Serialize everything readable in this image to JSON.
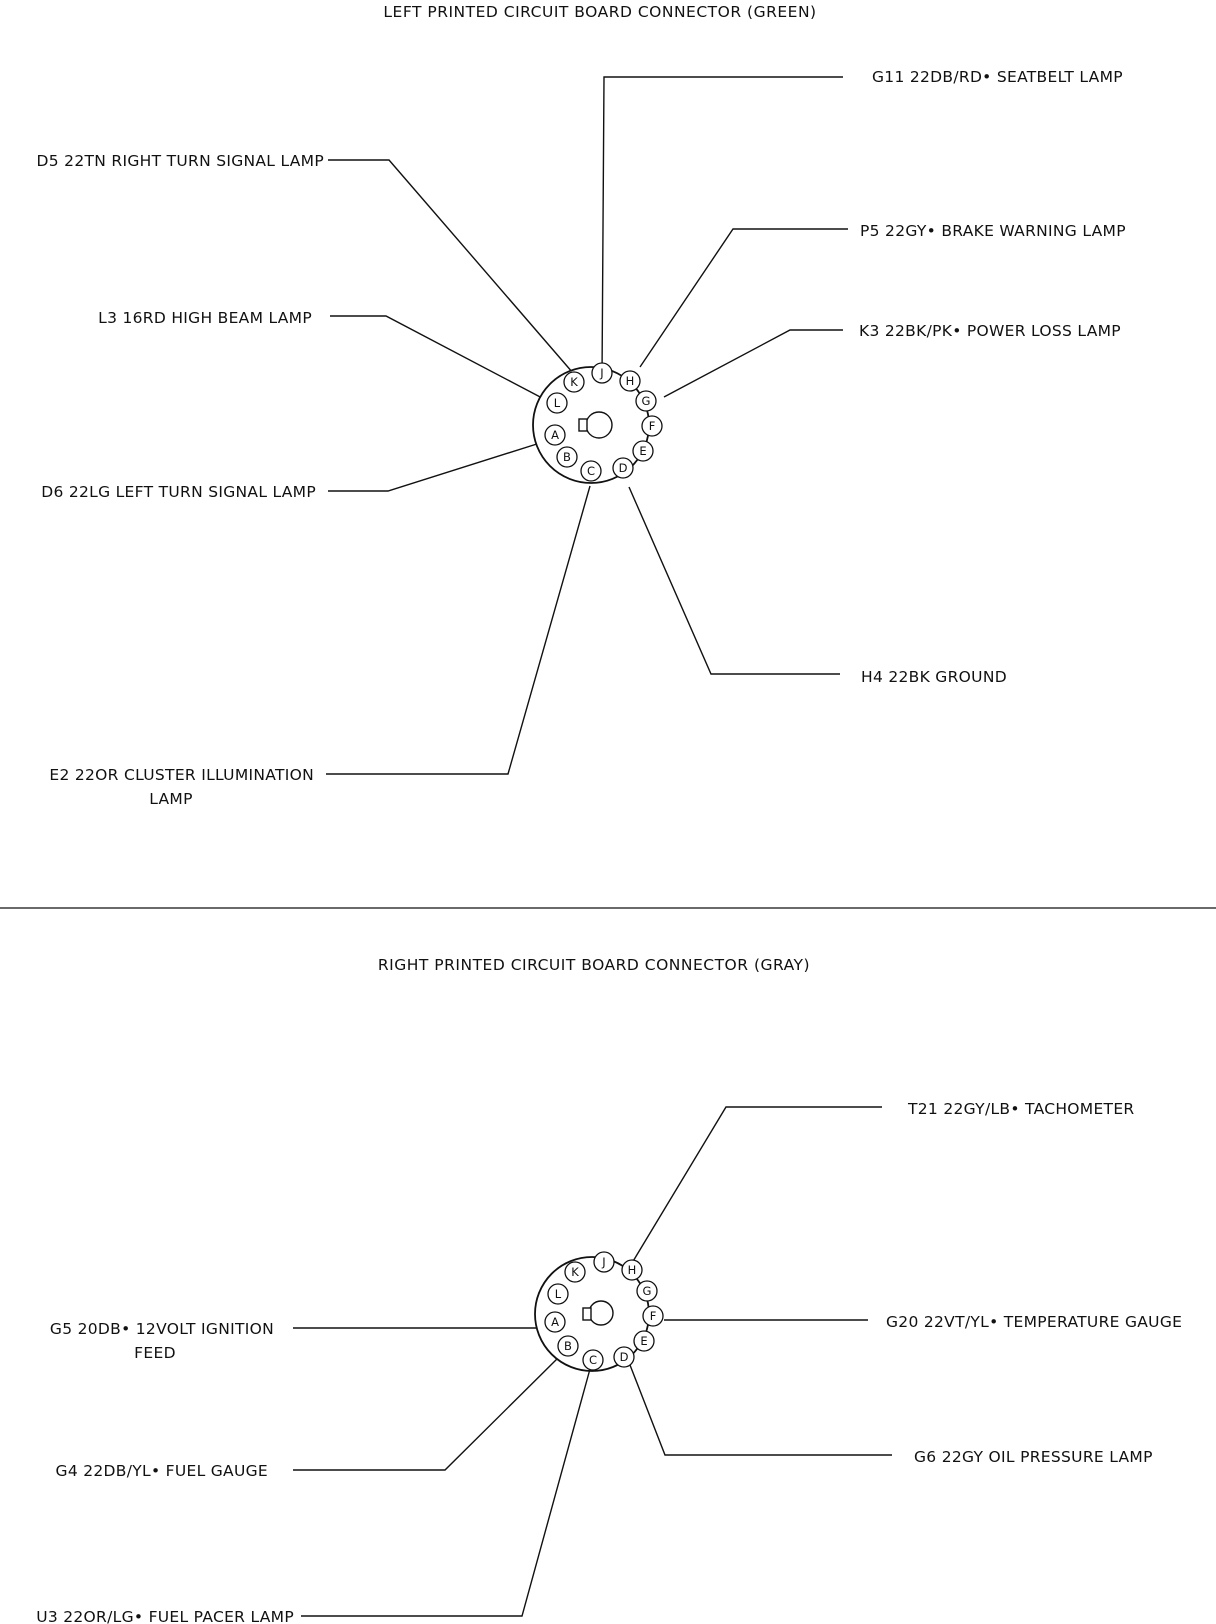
{
  "colors": {
    "ink": "#111111",
    "background": "#ffffff"
  },
  "connectors": [
    {
      "id": "left",
      "title": "LEFT PRINTED CIRCUIT BOARD CONNECTOR (GREEN)",
      "pins": [
        "A",
        "B",
        "C",
        "D",
        "E",
        "F",
        "G",
        "H",
        "J",
        "K",
        "L"
      ],
      "wires": [
        {
          "pin": "J",
          "lines": [
            "G11 22DB/RD• SEATBELT LAMP"
          ]
        },
        {
          "pin": "K",
          "lines": [
            "D5 22TN RIGHT TURN SIGNAL LAMP"
          ]
        },
        {
          "pin": "H",
          "lines": [
            "P5 22GY• BRAKE WARNING LAMP"
          ]
        },
        {
          "pin": "L",
          "lines": [
            "L3 16RD HIGH BEAM LAMP"
          ]
        },
        {
          "pin": "G",
          "lines": [
            "K3 22BK/PK• POWER LOSS LAMP"
          ]
        },
        {
          "pin": "A",
          "lines": [
            "D6 22LG LEFT TURN SIGNAL LAMP"
          ]
        },
        {
          "pin": "D",
          "lines": [
            "H4 22BK GROUND"
          ]
        },
        {
          "pin": "C",
          "lines": [
            "E2 22OR CLUSTER ILLUMINATION",
            "LAMP"
          ]
        }
      ]
    },
    {
      "id": "right",
      "title": "RIGHT PRINTED CIRCUIT BOARD CONNECTOR (GRAY)",
      "pins": [
        "A",
        "B",
        "C",
        "D",
        "E",
        "F",
        "G",
        "H",
        "J",
        "K",
        "L"
      ],
      "wires": [
        {
          "pin": "H",
          "lines": [
            "T21 22GY/LB• TACHOMETER"
          ]
        },
        {
          "pin": "A",
          "lines": [
            "G5 20DB• 12VOLT IGNITION",
            "FEED"
          ]
        },
        {
          "pin": "F",
          "lines": [
            "G20 22VT/YL• TEMPERATURE GAUGE"
          ]
        },
        {
          "pin": "B",
          "lines": [
            "G4 22DB/YL• FUEL GAUGE"
          ]
        },
        {
          "pin": "D",
          "lines": [
            "G6 22GY OIL PRESSURE LAMP"
          ]
        },
        {
          "pin": "C",
          "lines": [
            "U3 22OR/LG• FUEL PACER LAMP"
          ]
        }
      ]
    }
  ]
}
